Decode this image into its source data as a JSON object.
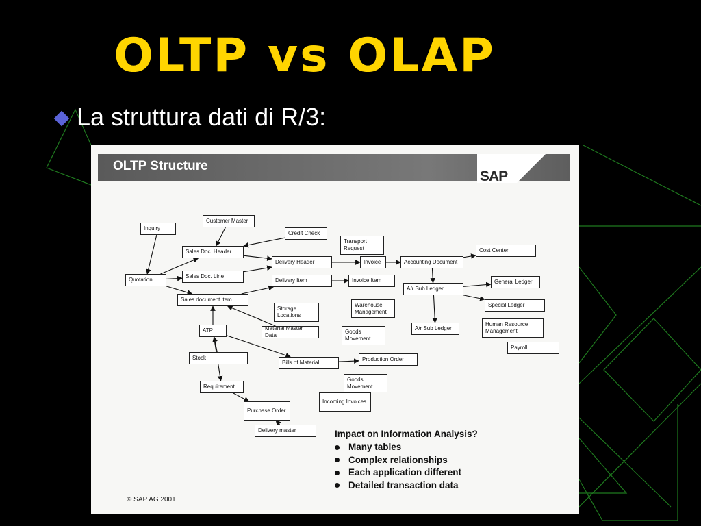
{
  "slide": {
    "title": "OLTP vs OLAP",
    "bullet": "La struttura dati di R/3:",
    "accent_title": "#ffd500",
    "accent_bullet": "#5b63d8",
    "background": "#000000",
    "decoration_line_color": "#1f7a1f"
  },
  "figure": {
    "header_title": "OLTP Structure",
    "logo_text": "SAP",
    "nodes": [
      {
        "id": "inquiry",
        "label": "Inquiry"
      },
      {
        "id": "customer_master",
        "label": "Customer Master"
      },
      {
        "id": "credit_check",
        "label": "Credit Check"
      },
      {
        "id": "transport_request",
        "label": "Transport Request"
      },
      {
        "id": "sales_doc_header",
        "label": "Sales Doc. Header"
      },
      {
        "id": "delivery_header",
        "label": "Delivery Header"
      },
      {
        "id": "invoice",
        "label": "Invoice"
      },
      {
        "id": "accounting_document",
        "label": "Accounting Document"
      },
      {
        "id": "cost_center",
        "label": "Cost Center"
      },
      {
        "id": "quotation",
        "label": "Quotation"
      },
      {
        "id": "sales_doc_line",
        "label": "Sales Doc. Line"
      },
      {
        "id": "delivery_item",
        "label": "Delivery Item"
      },
      {
        "id": "invoice_item",
        "label": "Invoice Item"
      },
      {
        "id": "ar_sub_ledger_1",
        "label": "A/r Sub Ledger"
      },
      {
        "id": "general_ledger",
        "label": "General Ledger"
      },
      {
        "id": "sales_document_item",
        "label": "Sales document item"
      },
      {
        "id": "special_ledger",
        "label": "Special Ledger"
      },
      {
        "id": "storage_locations",
        "label": "Storage Locations"
      },
      {
        "id": "warehouse_management",
        "label": "Warehouse Management"
      },
      {
        "id": "atp",
        "label": "ATP"
      },
      {
        "id": "material_master_data",
        "label": "Material Master Data"
      },
      {
        "id": "goods_movement_1",
        "label": "Goods Movement"
      },
      {
        "id": "ar_sub_ledger_2",
        "label": "A/r Sub Ledger"
      },
      {
        "id": "human_resource_management",
        "label": "Human Resource Management"
      },
      {
        "id": "payroll",
        "label": "Payroll"
      },
      {
        "id": "stock",
        "label": "Stock"
      },
      {
        "id": "bills_of_material",
        "label": "Bills of Material"
      },
      {
        "id": "production_order",
        "label": "Production Order"
      },
      {
        "id": "requirement",
        "label": "Requirement"
      },
      {
        "id": "goods_movement_2",
        "label": "Goods Movement"
      },
      {
        "id": "incoming_invoices",
        "label": "Incoming Invoices"
      },
      {
        "id": "purchase_order",
        "label": "Purchase Order"
      },
      {
        "id": "delivery_master",
        "label": "Delivery master"
      }
    ],
    "edges": [
      [
        "inquiry",
        "quotation"
      ],
      [
        "customer_master",
        "sales_doc_header"
      ],
      [
        "credit_check",
        "sales_doc_header"
      ],
      [
        "quotation",
        "sales_doc_header"
      ],
      [
        "quotation",
        "sales_doc_line"
      ],
      [
        "quotation",
        "sales_document_item"
      ],
      [
        "sales_doc_header",
        "delivery_header"
      ],
      [
        "sales_doc_line",
        "delivery_header"
      ],
      [
        "delivery_header",
        "invoice"
      ],
      [
        "invoice",
        "accounting_document"
      ],
      [
        "accounting_document",
        "cost_center"
      ],
      [
        "accounting_document",
        "ar_sub_ledger_1"
      ],
      [
        "sales_document_item",
        "delivery_item"
      ],
      [
        "delivery_item",
        "invoice_item"
      ],
      [
        "ar_sub_ledger_1",
        "general_ledger"
      ],
      [
        "ar_sub_ledger_1",
        "special_ledger"
      ],
      [
        "ar_sub_ledger_1",
        "ar_sub_ledger_2"
      ],
      [
        "atp",
        "sales_document_item"
      ],
      [
        "material_master_data",
        "sales_document_item"
      ],
      [
        "stock",
        "atp"
      ],
      [
        "atp",
        "bills_of_material"
      ],
      [
        "bills_of_material",
        "production_order"
      ],
      [
        "atp",
        "requirement"
      ],
      [
        "requirement",
        "purchase_order"
      ],
      [
        "delivery_master",
        "purchase_order"
      ]
    ],
    "impact": {
      "heading": "Impact on Information Analysis?",
      "items": [
        "Many tables",
        "Complex relationships",
        "Each application different",
        "Detailed transaction data"
      ]
    },
    "copyright": "© SAP AG 2001"
  }
}
